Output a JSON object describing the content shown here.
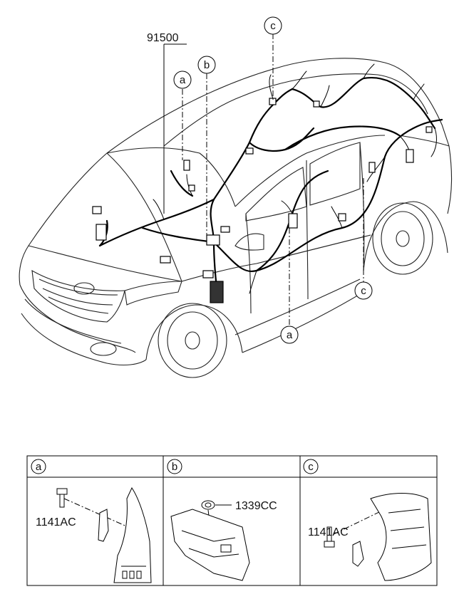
{
  "diagram": {
    "main_part_number": "91500",
    "callouts": {
      "a": "a",
      "b": "b",
      "c": "c"
    }
  },
  "detail_table": {
    "panels": [
      {
        "letter": "a",
        "part": "1141AC"
      },
      {
        "letter": "b",
        "part": "1339CC"
      },
      {
        "letter": "c",
        "part": "1141AC"
      }
    ]
  }
}
